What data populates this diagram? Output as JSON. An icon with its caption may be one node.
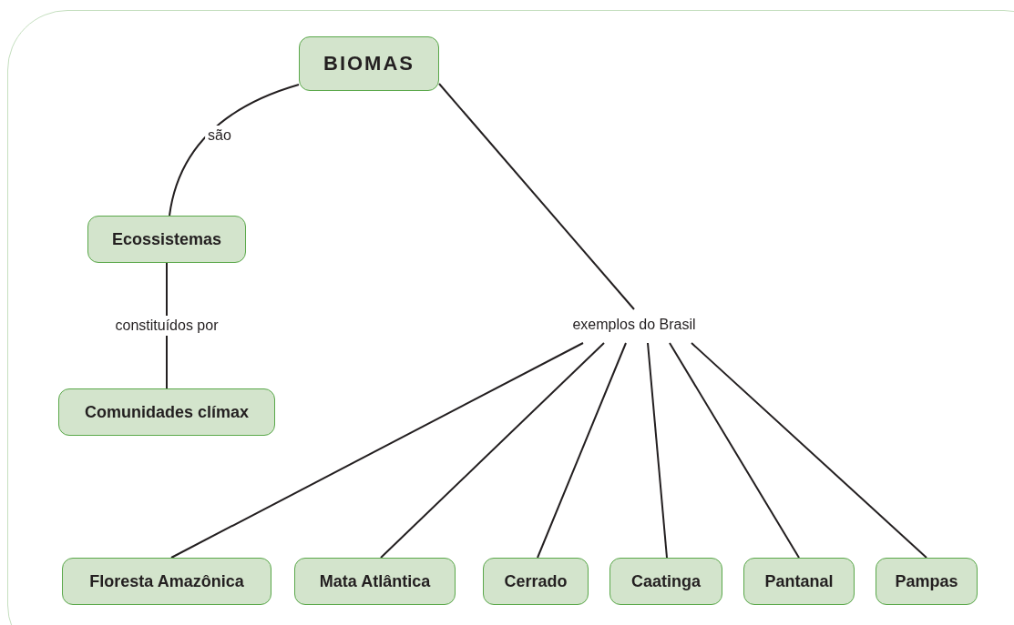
{
  "diagram": {
    "nodes": [
      {
        "text": [
          "BIOMAS"
        ]
      },
      {
        "text": [
          "Ecossistemas"
        ]
      },
      {
        "text": [
          "Comunidades clímax"
        ]
      },
      {
        "text": [
          "exemplos do Brasil"
        ]
      },
      {
        "text": [
          "Floresta Amazônica"
        ]
      },
      {
        "text": [
          "Mata Atlântica"
        ]
      },
      {
        "text": [
          "Cerrado"
        ]
      },
      {
        "text": [
          "Caatinga"
        ]
      },
      {
        "text": [
          "Pantanal"
        ]
      },
      {
        "text": [
          "Pampas"
        ]
      }
    ],
    "edges": [
      {
        "from": 0,
        "to": 1,
        "arrow": "none",
        "label": "são"
      },
      {
        "from": 1,
        "to": 2,
        "arrow": "none",
        "label": "constituídos por"
      },
      {
        "from": 0,
        "to": 3,
        "arrow": "none"
      },
      {
        "from": 3,
        "to": 4,
        "arrow": "none"
      },
      {
        "from": 3,
        "to": 5,
        "arrow": "none"
      },
      {
        "from": 3,
        "to": 6,
        "arrow": "none"
      },
      {
        "from": 3,
        "to": 7,
        "arrow": "none"
      },
      {
        "from": 3,
        "to": 8,
        "arrow": "none"
      },
      {
        "from": 3,
        "to": 9,
        "arrow": "none"
      }
    ]
  }
}
